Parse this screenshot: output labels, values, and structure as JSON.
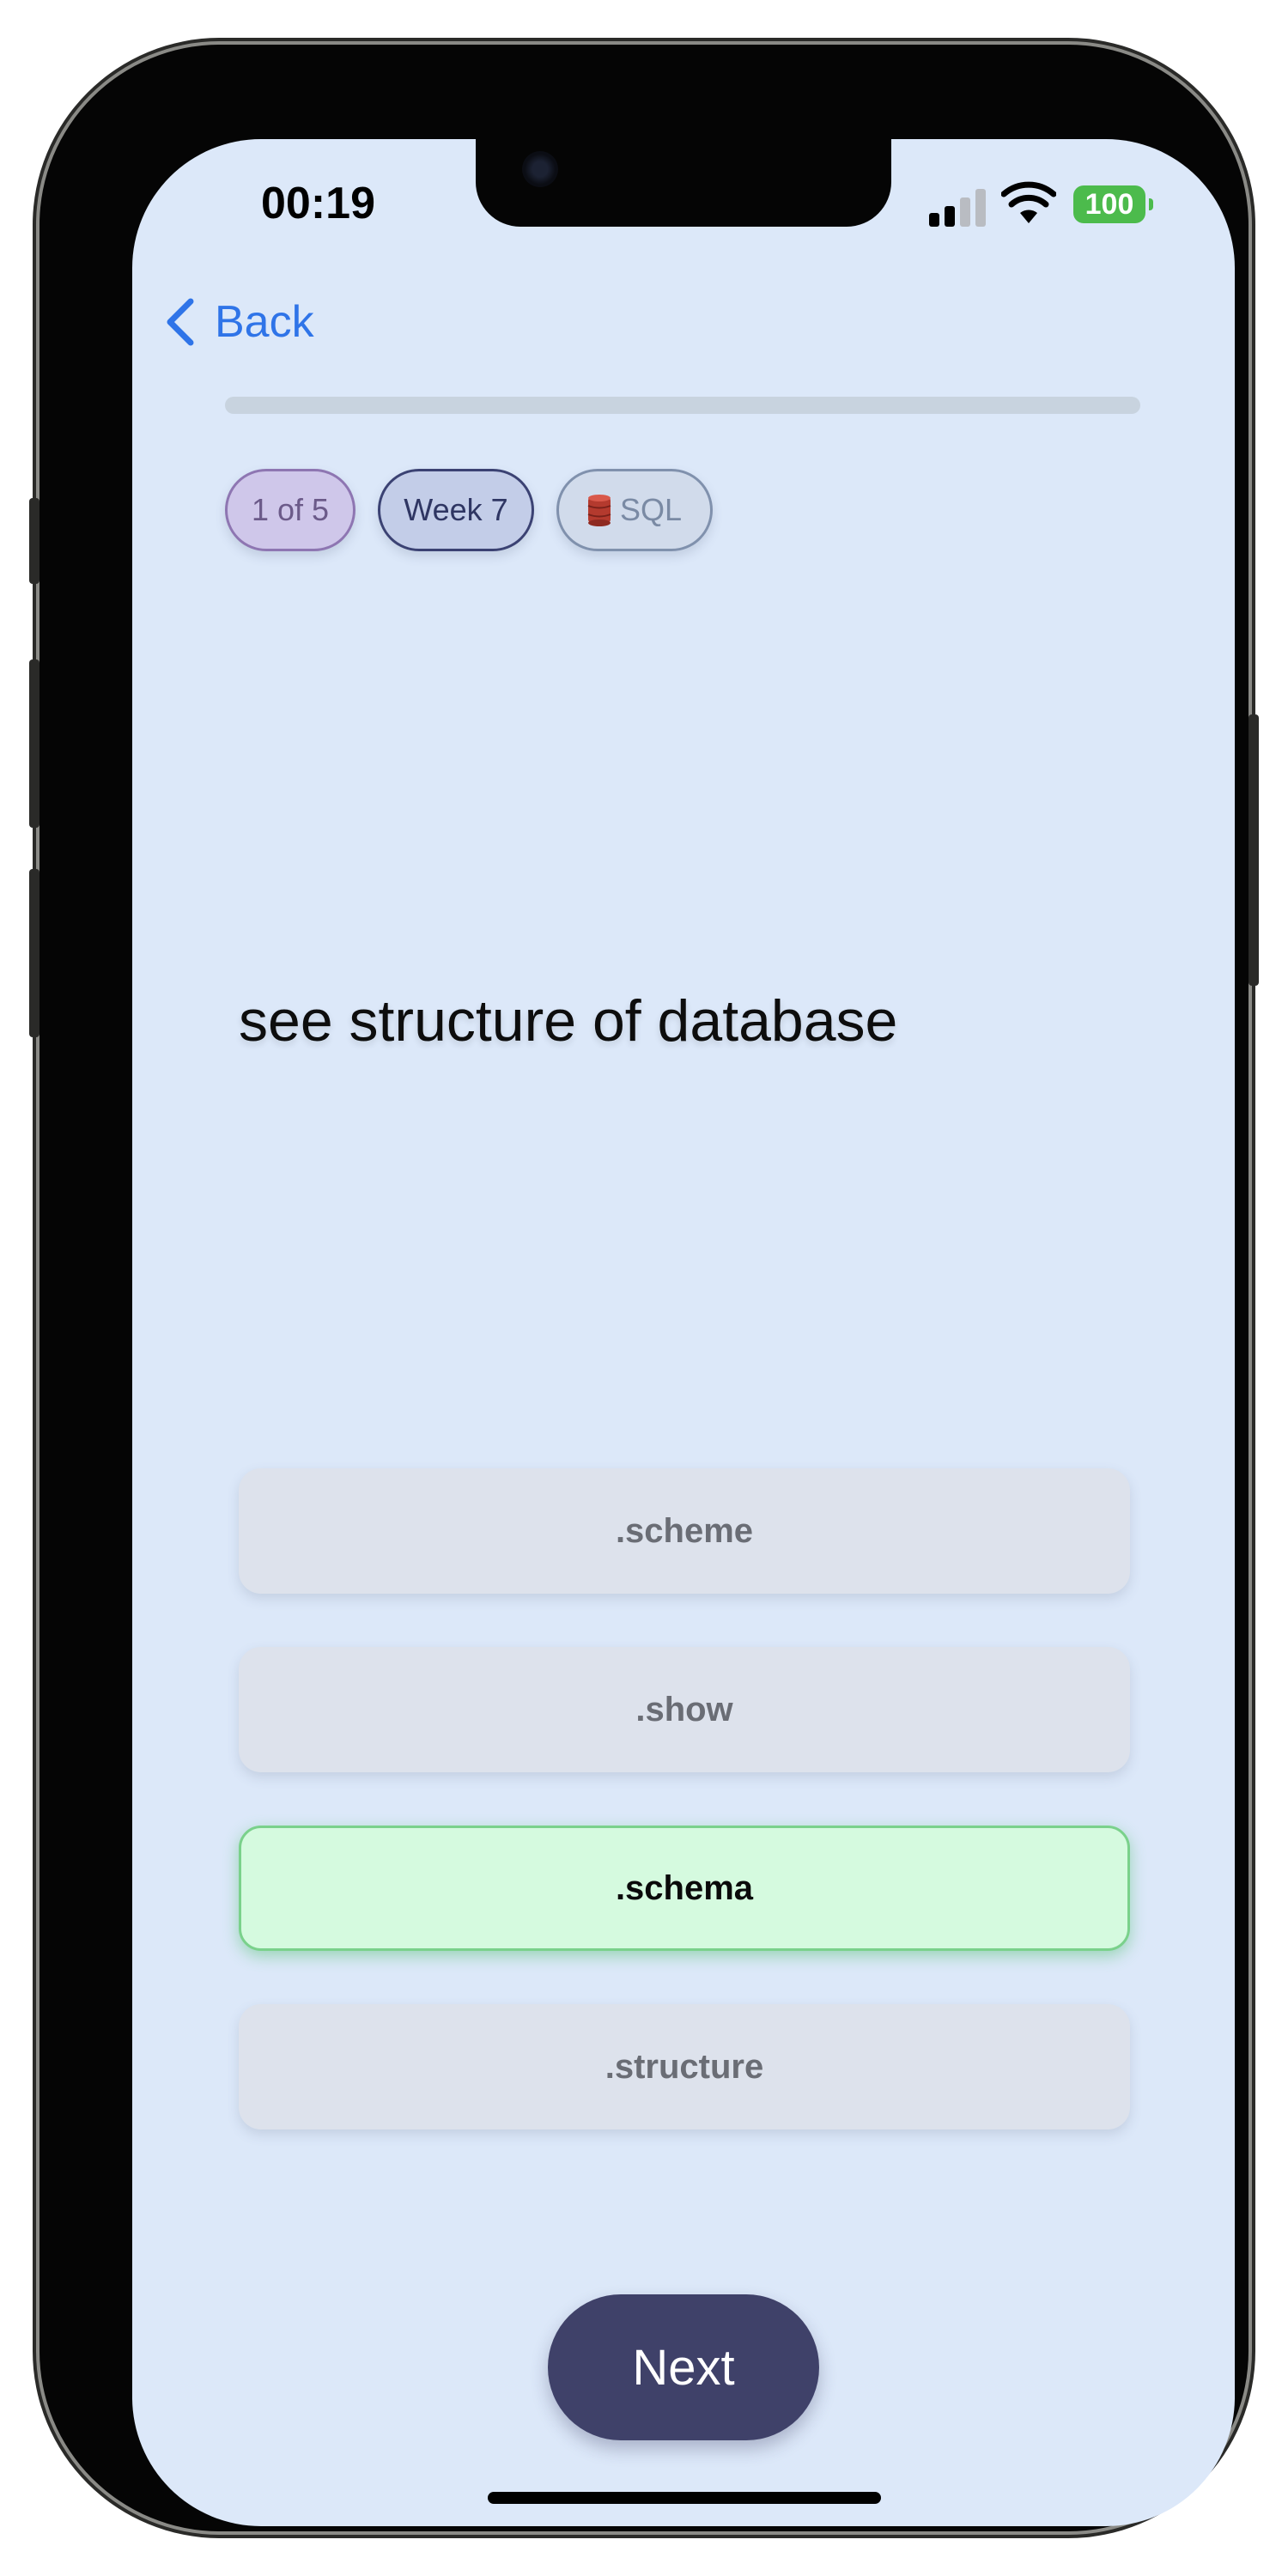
{
  "status_bar": {
    "time": "00:19",
    "battery": "100"
  },
  "nav": {
    "back_label": "Back"
  },
  "quiz": {
    "progress_fraction": 0.0,
    "chips": {
      "count": "1 of 5",
      "week": "Week 7",
      "topic": "SQL"
    },
    "question": "see structure of database",
    "options": [
      {
        "label": ".scheme",
        "state": "normal"
      },
      {
        "label": ".show",
        "state": "normal"
      },
      {
        "label": ".schema",
        "state": "correct"
      },
      {
        "label": ".structure",
        "state": "normal"
      }
    ],
    "next_label": "Next"
  },
  "colors": {
    "background": "#dce8f9",
    "accent_link": "#2f74e8",
    "next_button": "#3f4169",
    "correct_fill": "#d5fadf",
    "correct_border": "#7ad18b"
  },
  "icons": {
    "back": "chevron-left-icon",
    "topic": "database-icon",
    "signal": "cellular-signal-icon",
    "wifi": "wifi-icon",
    "battery": "battery-icon"
  }
}
